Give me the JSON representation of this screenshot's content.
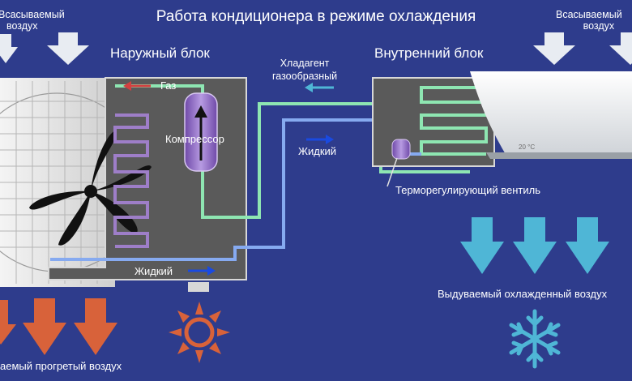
{
  "title": "Работа кондиционера в режиме охлаждения",
  "outdoor_unit": {
    "label": "Наружный блок",
    "intake_label_line1": "Всасываемый",
    "intake_label_line2": "воздух",
    "exhaust_label": "аемый прогретый воздух",
    "gas_label": "Газ",
    "compressor_label": "Компрессор",
    "liquid_label": "Жидкий"
  },
  "indoor_unit": {
    "label": "Внутренний блок",
    "intake_label_line1": "Всасываемый",
    "intake_label_line2": "воздух",
    "exhaust_label": "Выдуваемый охлажденный воздух",
    "display_text": "20 °C",
    "valve_label": "Терморегулирующий вентиль"
  },
  "lines": {
    "gas_label_line1": "Хладагент",
    "gas_label_line2": "газообразный",
    "liquid_label": "Жидкий"
  },
  "colors": {
    "background": "#2e3c8c",
    "hot": "#d8623a",
    "cold": "#4fb6d6",
    "gas_pipe": "#8ee6b2",
    "liquid_pipe": "#86aaf0",
    "hot_coil": "#9e7ec8",
    "compressor": "#9b6ad0",
    "panel": "#5a5a5a",
    "intake_arrow": "#e8ecf2"
  },
  "icons": {
    "sun": "sun-icon",
    "snowflake": "snowflake-icon",
    "fan": "fan-icon"
  }
}
